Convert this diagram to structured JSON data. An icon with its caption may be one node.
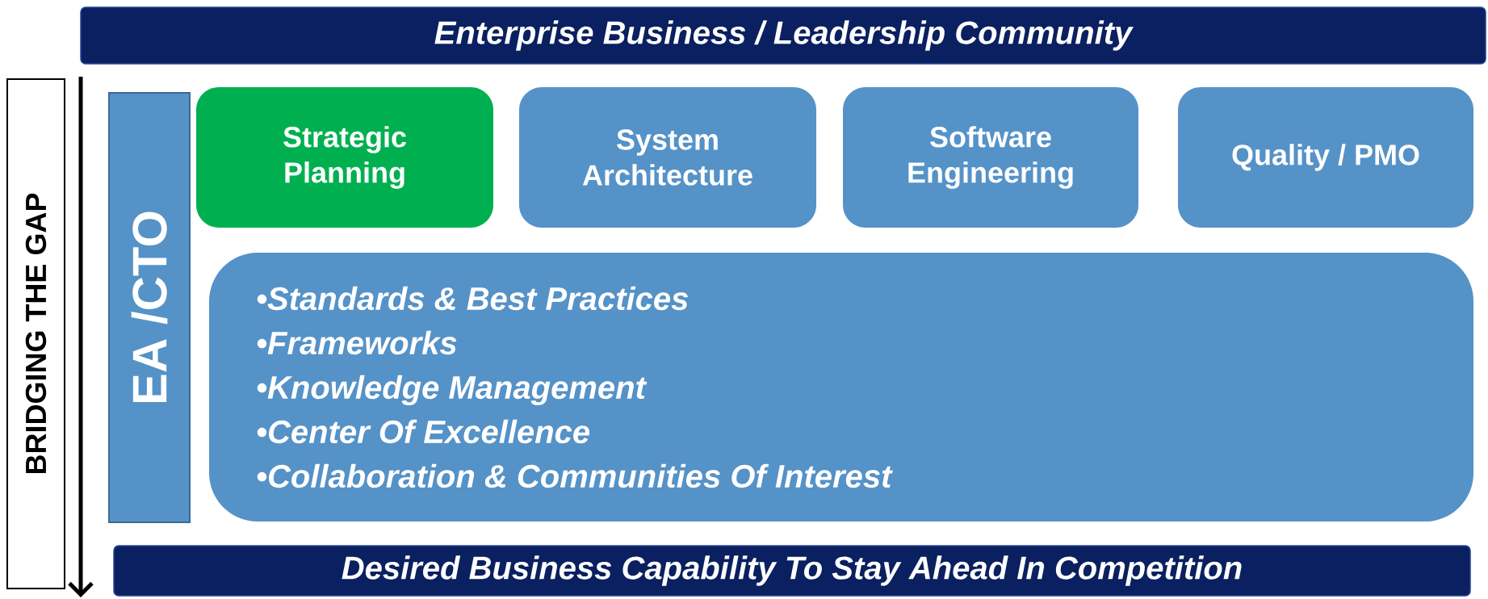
{
  "diagram": {
    "nodes": [
      {
        "text": [
          "Enterprise Business / Leadership Community"
        ]
      },
      {
        "text": [
          "BRIDGING THE GAP"
        ]
      },
      {
        "text": [
          "EA /CTO"
        ]
      },
      {
        "text": [
          "Strategic Planning"
        ]
      },
      {
        "text": [
          "System Architecture"
        ]
      },
      {
        "text": [
          "Software Engineering"
        ]
      },
      {
        "text": [
          "Quality / PMO"
        ]
      },
      {
        "text": [
          "•Standards & Best Practices",
          "•Frameworks",
          "•Knowledge Management",
          "•Center Of Excellence",
          "•Collaboration &  Communities Of Interest"
        ]
      },
      {
        "text": [
          "Desired  Business Capability To Stay Ahead In Competition"
        ]
      }
    ]
  }
}
